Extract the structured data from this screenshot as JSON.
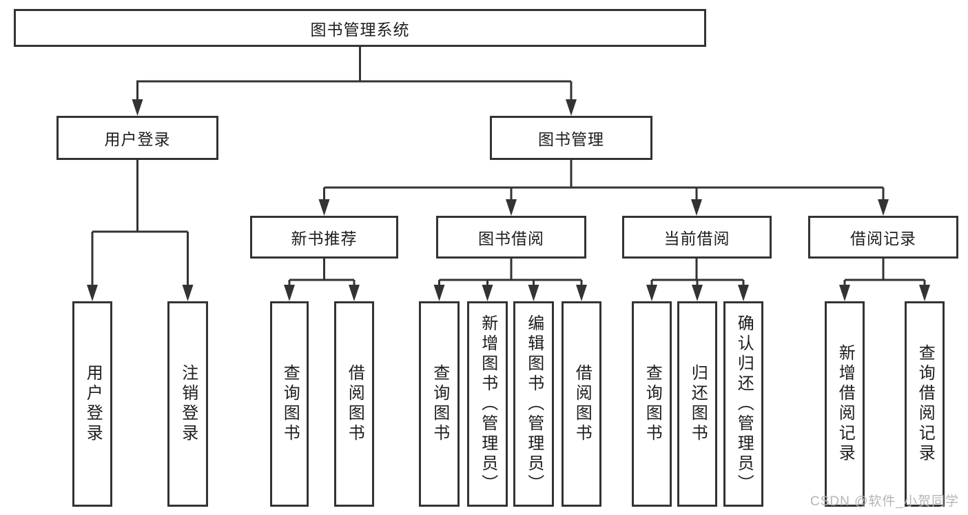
{
  "root": {
    "label": "图书管理系统"
  },
  "branches": {
    "user_login": {
      "label": "用户登录",
      "leaves": [
        {
          "label": "用户登录"
        },
        {
          "label": "注销登录"
        }
      ]
    },
    "book_mgmt": {
      "label": "图书管理",
      "sections": {
        "recommend": {
          "label": "新书推荐",
          "leaves": [
            {
              "label": "查询图书"
            },
            {
              "label": "借阅图书"
            }
          ]
        },
        "borrow": {
          "label": "图书借阅",
          "leaves": [
            {
              "label": "查询图书"
            },
            {
              "label": "新增图书（管理员）"
            },
            {
              "label": "编辑图书（管理员）"
            },
            {
              "label": "借阅图书"
            }
          ]
        },
        "current": {
          "label": "当前借阅",
          "leaves": [
            {
              "label": "查询图书"
            },
            {
              "label": "归还图书"
            },
            {
              "label": "确认归还（管理员）"
            }
          ]
        },
        "records": {
          "label": "借阅记录",
          "leaves": [
            {
              "label": "新增借阅记录"
            },
            {
              "label": "查询借阅记录"
            }
          ]
        }
      }
    }
  },
  "watermark": {
    "text": "CSDN @软件_小贺同学"
  },
  "colors": {
    "line": "#333333",
    "box_border": "#333333",
    "text": "#1d1d1d",
    "background": "#ffffff",
    "watermark": "#b5b5b5"
  }
}
